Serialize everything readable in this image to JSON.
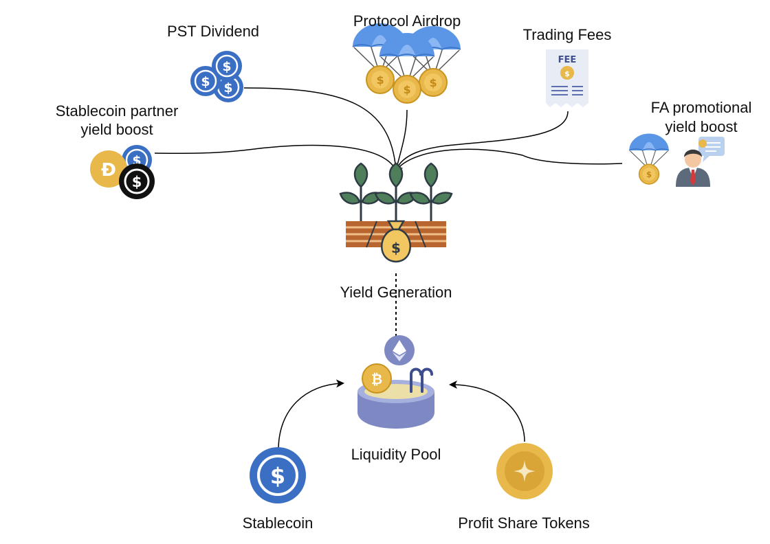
{
  "diagram": {
    "labels": {
      "pst_dividend": "PST Dividend",
      "protocol_airdrop": "Protocol Airdrop",
      "trading_fees": "Trading Fees",
      "stablecoin_partner_line1": "Stablecoin partner",
      "stablecoin_partner_line2": "yield boost",
      "fa_promo_line1": "FA promotional",
      "fa_promo_line2": "yield boost",
      "yield_generation": "Yield Generation",
      "liquidity_pool": "Liquidity Pool",
      "stablecoin": "Stablecoin",
      "profit_share_tokens": "Profit Share Tokens"
    },
    "icons": {
      "fee_receipt_text": "FEE",
      "usdc": "usdc-coin-icon",
      "dai": "dai-coin-icon",
      "bitcoin": "bitcoin-icon",
      "ethereum": "ethereum-icon",
      "parachute": "parachute-coin-icon",
      "plant": "plant-sprout-icon",
      "money_bag": "money-bag-icon",
      "businessman": "businessman-icon",
      "pool": "pool-icon",
      "pst": "profit-share-token-icon"
    },
    "colors": {
      "usdc_blue": "#3b6fc4",
      "gold": "#e8b84a",
      "parachute_blue": "#5b95e6",
      "pool_purple": "#7e89c4",
      "soil_brown": "#a0522d",
      "leaf_green": "#4e7f5a"
    }
  }
}
